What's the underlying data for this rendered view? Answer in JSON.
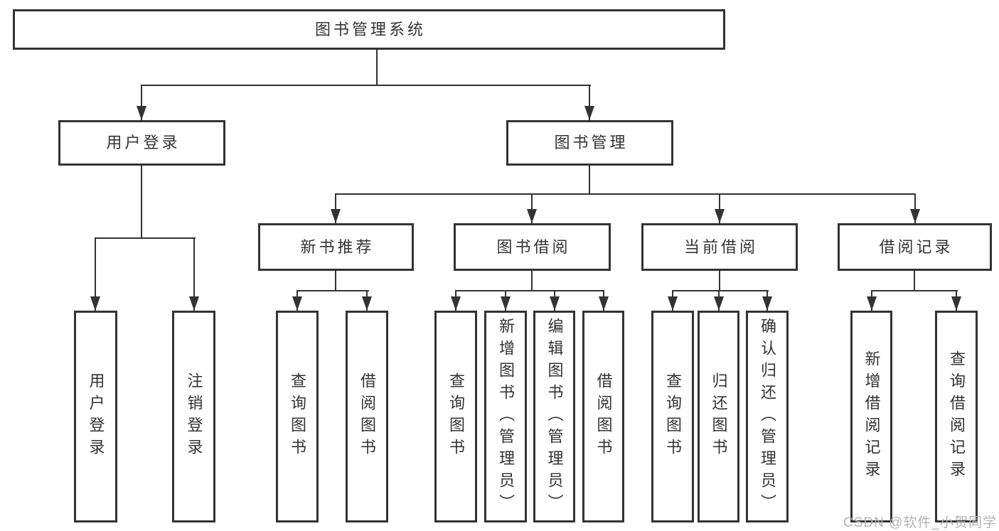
{
  "diagram": {
    "root": {
      "label": "图书管理系统"
    },
    "branches": [
      {
        "label": "用户登录",
        "leaves": [
          "用户登录",
          "注销登录"
        ]
      },
      {
        "label": "图书管理",
        "groups": [
          {
            "label": "新书推荐",
            "leaves": [
              "查询图书",
              "借阅图书"
            ]
          },
          {
            "label": "图书借阅",
            "leaves": [
              "查询图书",
              "新增图书（管理员）",
              "编辑图书（管理员）",
              "借阅图书"
            ]
          },
          {
            "label": "当前借阅",
            "leaves": [
              "查询图书",
              "归还图书",
              "确认归还（管理员）"
            ]
          },
          {
            "label": "借阅记录",
            "leaves": [
              "新增借阅记录",
              "查询借阅记录"
            ]
          }
        ]
      }
    ]
  },
  "watermark": {
    "text": "CSDN @软件_小贺同学"
  },
  "colors": {
    "line": "#333333",
    "text": "#333333",
    "boxbg": "#ffffff",
    "wm": "#b3b3b3"
  }
}
